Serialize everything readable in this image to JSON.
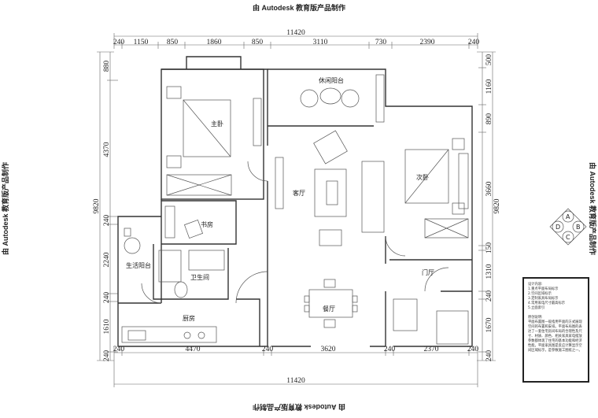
{
  "watermark": "由 Autodesk 教育版产品制作",
  "dimensions": {
    "top_total": "11420",
    "top": [
      "240",
      "1150",
      "850",
      "1860",
      "850",
      "3110",
      "730",
      "2390",
      "240"
    ],
    "bottom_total": "11420",
    "bottom": [
      "240",
      "4470",
      "240",
      "3620",
      "240",
      "2370",
      "240"
    ],
    "left_total": "9820",
    "left": [
      "880",
      "4370",
      "240",
      "2240",
      "240",
      "1610",
      "240"
    ],
    "right_total": "9820",
    "right": [
      "500",
      "1160",
      "890",
      "3660",
      "150",
      "1310",
      "240",
      "1670",
      "240"
    ]
  },
  "rooms": {
    "master_bedroom": "主卧",
    "leisure_balcony": "休闲阳台",
    "living_room": "客厅",
    "second_bedroom": "次卧",
    "study": "书房",
    "utility_balcony": "生活阳台",
    "bathroom": "卫生间",
    "foyer": "门厅",
    "dining": "餐厅",
    "kitchen": "厨房"
  },
  "legend": {
    "title": "设计内容:",
    "items": [
      "1.重点平面布局标示",
      "2.空间区域标示",
      "3.定制家具布局标示",
      "4.常用家电尺寸最高标示",
      "5.立面索引"
    ],
    "note_title": "原创说明:",
    "note": "平面布置图一般指用平面的方式展现空间的布置和安排。平面布局图的表达了一套住宅房间布局的合理性及尺寸、材质、颜色、相关家具家电摆放参数都体现了住宅的基本功能和经济性能。平面家具图是反应计算显示空间区域标示，是参数施工图纸之一。"
  },
  "compass": [
    "A",
    "B",
    "C",
    "D"
  ]
}
